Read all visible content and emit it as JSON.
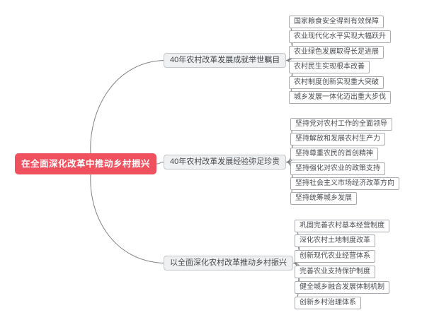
{
  "root": {
    "label": "在全面深化改革中推动乡村振兴"
  },
  "branches": [
    {
      "label": "40年农村改革发展成就举世瞩目",
      "children": [
        "国家粮食安全得到有效保障",
        "农业现代化水平实现大幅跃升",
        "农业绿色发展取得长足进展",
        "农村民生实现根本改善",
        "农村制度创新实现重大突破",
        "城乡发展一体化迈出重大步伐"
      ]
    },
    {
      "label": "40年农村改革发展经验弥足珍贵",
      "children": [
        "坚持党对农村工作的全面领导",
        "坚持解放和发展农村生产力",
        "坚持尊重农民的首创精神",
        "坚持强化对农业的政策支持",
        "坚持社会主义市场经济改革方向",
        "坚持统筹城乡发展"
      ]
    },
    {
      "label": "以全面深化农村改革推动乡村振兴",
      "children": [
        "巩固完善农村基本经营制度",
        "深化农村土地制度改革",
        "创新现代农业经营体系",
        "完善农业支持保护制度",
        "健全城乡融合发展体制机制",
        "创新乡村治理体系"
      ]
    }
  ],
  "colors": {
    "root_bg": "#f0515f",
    "root_text": "#ffffff",
    "branch_bg": "#eef0f1",
    "branch_border": "#c3c7ca",
    "branch_text": "#45484c",
    "leaf_border": "#a8acb0",
    "leaf_text": "#4b4e52",
    "connector": "#808080"
  }
}
